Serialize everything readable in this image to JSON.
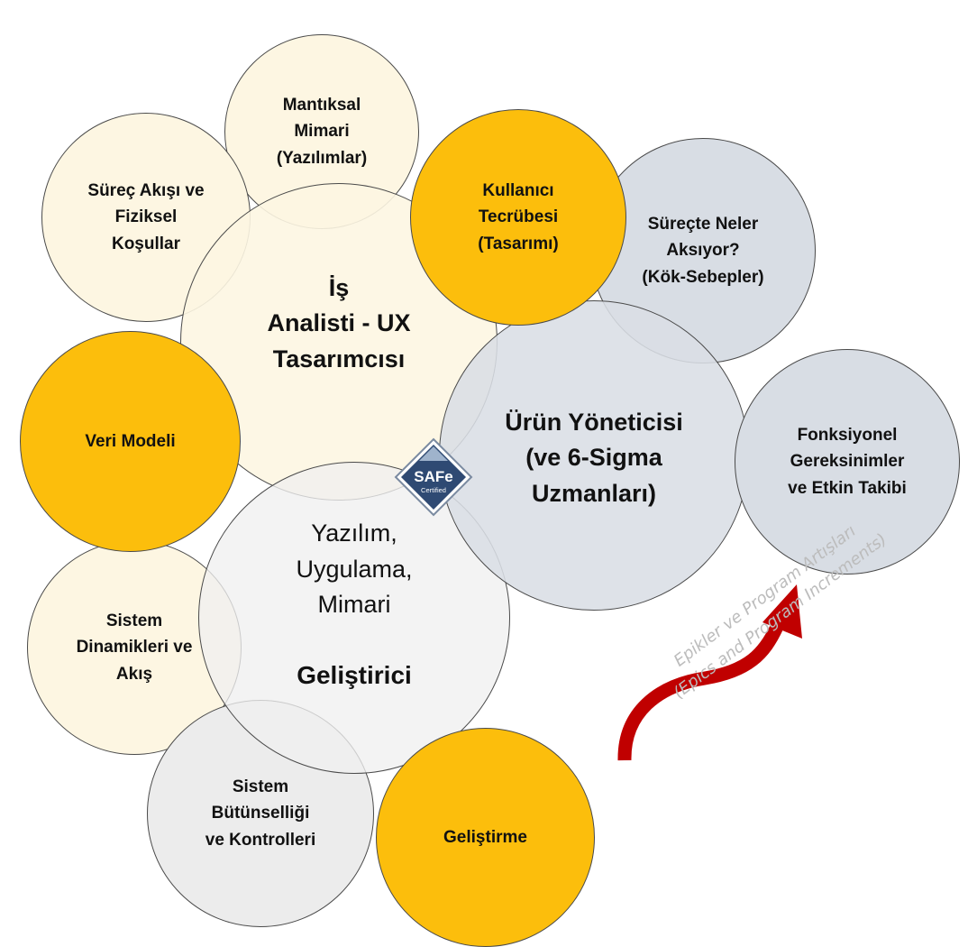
{
  "roles": {
    "analyst": "İş\nAnalisti - UX\nTasarımcısı",
    "product": "Ürün Yöneticisi\n(ve 6-Sigma\nUzmanları)",
    "developer_plain": "Yazılım,\nUygulama,\nMimari",
    "developer_strong": "Geliştirici"
  },
  "satellites": {
    "mantiksal": "Mantıksal\nMimari\n(Yazılımlar)",
    "surec_akisi": "Süreç Akışı ve\nFiziksel\nKoşullar",
    "kullanici": "Kullanıcı\nTecrübesi\n(Tasarımı)",
    "surecte": "Süreçte Neler\nAksıyor?\n(Kök-Sebepler)",
    "veri": "Veri Modeli",
    "fonksiyonel": "Fonksiyonel\nGereksinimler\nve Etkin Takibi",
    "sistem_dinamik": "Sistem\nDinamikleri ve\nAkış",
    "sistem_butun": "Sistem\nBütünselliği\nve Kontrolleri",
    "gelistirme": "Geliştirme"
  },
  "badge": {
    "title": "SAFe",
    "subtitle": "Certified"
  },
  "caption": {
    "line1": "Epikler ve Program Artışları",
    "line2": "(Epics and Program Increments)"
  },
  "colors": {
    "gold": "#fcbe0c",
    "cream": "#fdf6e2",
    "slate": "#d8dde4",
    "light_gray": "#ececec",
    "arrow_red": "#c00000",
    "caption_gray": "#bcbcbc"
  }
}
